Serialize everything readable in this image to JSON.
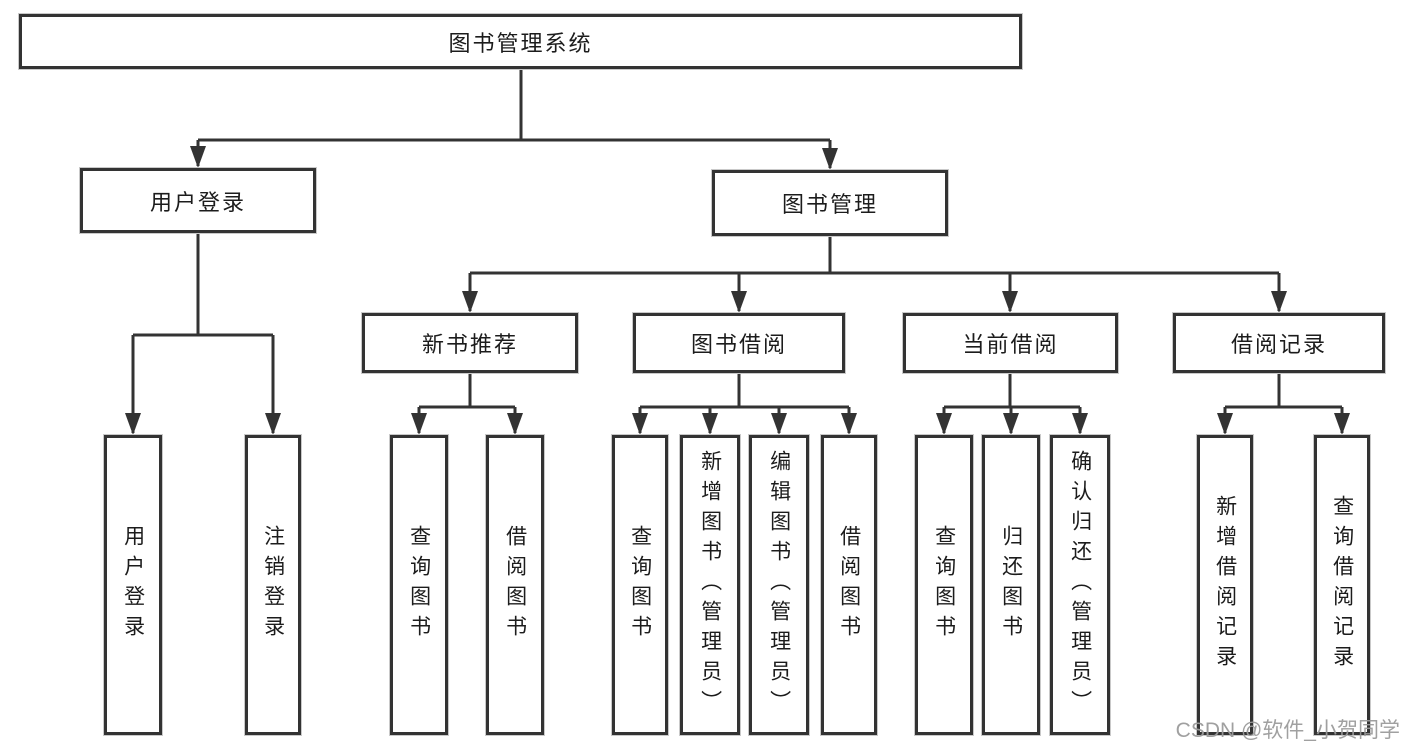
{
  "root": {
    "label": "图书管理系统"
  },
  "level2": [
    {
      "label": "用户登录"
    },
    {
      "label": "图书管理"
    }
  ],
  "level3": [
    {
      "label": "新书推荐"
    },
    {
      "label": "图书借阅"
    },
    {
      "label": "当前借阅"
    },
    {
      "label": "借阅记录"
    }
  ],
  "leaves": {
    "user_login": [
      {
        "label": "用户登录"
      },
      {
        "label": "注销登录"
      }
    ],
    "new_books": [
      {
        "label": "查询图书"
      },
      {
        "label": "借阅图书"
      }
    ],
    "book_borrow": [
      {
        "label": "查询图书"
      },
      {
        "label": "新增图书（管理员）"
      },
      {
        "label": "编辑图书（管理员）"
      },
      {
        "label": "借阅图书"
      }
    ],
    "current_borrow": [
      {
        "label": "查询图书"
      },
      {
        "label": "归还图书"
      },
      {
        "label": "确认归还（管理员）"
      }
    ],
    "borrow_records": [
      {
        "label": "新增借阅记录"
      },
      {
        "label": "查询借阅记录"
      }
    ]
  },
  "watermark": {
    "text": "CSDN @软件_小贺同学"
  },
  "colors": {
    "line": "#333333",
    "text": "#1c1c1c",
    "box_background": "#ffffff",
    "watermark": "#9b9b9b"
  }
}
